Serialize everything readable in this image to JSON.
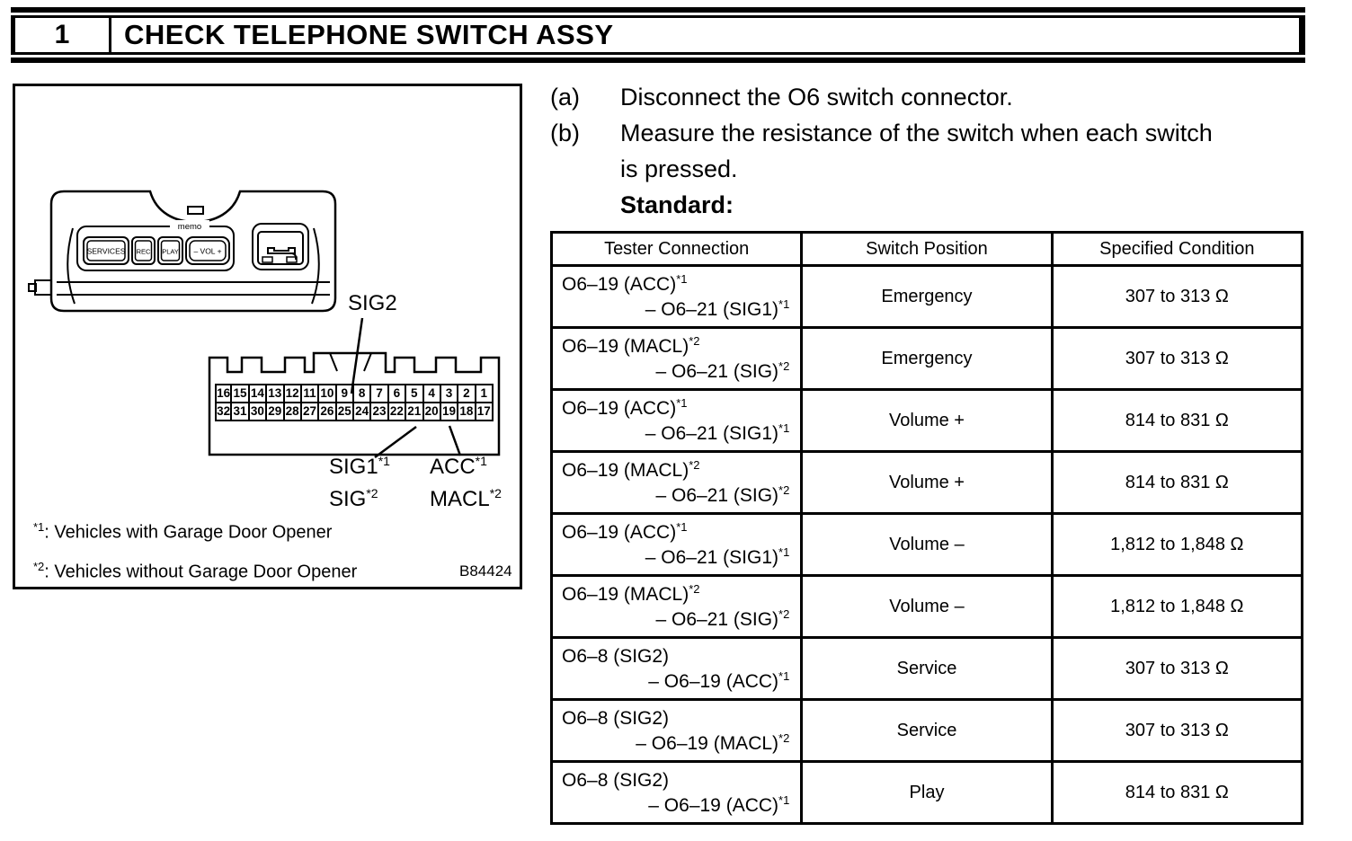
{
  "header": {
    "step_number": "1",
    "title": "CHECK TELEPHONE SWITCH ASSY"
  },
  "instructions": {
    "item_a_marker": "(a)",
    "item_a_text": "Disconnect the O6 switch connector.",
    "item_b_marker": "(b)",
    "item_b_line1": "Measure the resistance of the switch when each switch",
    "item_b_line2": "is pressed.",
    "standard_label": "Standard:"
  },
  "figure": {
    "device": {
      "button_services": "SERVICES",
      "button_rec": "REC",
      "button_play": "PLAY",
      "button_vol": "– VOL +",
      "memo_label": "memo",
      "phone_icon": "phone-handset-icon"
    },
    "connector": {
      "pins_top": [
        "16",
        "15",
        "14",
        "13",
        "12",
        "11",
        "10",
        "9",
        "8",
        "7",
        "6",
        "5",
        "4",
        "3",
        "2",
        "1"
      ],
      "pins_bottom": [
        "32",
        "31",
        "30",
        "29",
        "28",
        "27",
        "26",
        "25",
        "24",
        "23",
        "22",
        "21",
        "20",
        "19",
        "18",
        "17"
      ]
    },
    "labels": {
      "sig2": "SIG2",
      "sig1": {
        "text": "SIG1",
        "sup": "*1"
      },
      "sig": {
        "text": "SIG",
        "sup": "*2"
      },
      "acc": {
        "text": "ACC",
        "sup": "*1"
      },
      "macl": {
        "text": "MACL",
        "sup": "*2"
      }
    },
    "footnotes": [
      {
        "sup": "*1",
        "text": ": Vehicles with Garage Door Opener"
      },
      {
        "sup": "*2",
        "text": ": Vehicles without Garage Door Opener"
      }
    ],
    "figure_id": "B84424"
  },
  "table": {
    "columns": [
      "Tester Connection",
      "Switch Position",
      "Specified Condition"
    ],
    "rows": [
      {
        "c1a": "O6–19 (ACC)",
        "c1a_sup": "*1",
        "c1b": "– O6–21 (SIG1)",
        "c1b_sup": "*1",
        "pos": "Emergency",
        "cond": "307 to 313 Ω"
      },
      {
        "c1a": "O6–19 (MACL)",
        "c1a_sup": "*2",
        "c1b": "– O6–21 (SIG)",
        "c1b_sup": "*2",
        "pos": "Emergency",
        "cond": "307 to 313 Ω"
      },
      {
        "c1a": "O6–19 (ACC)",
        "c1a_sup": "*1",
        "c1b": "– O6–21 (SIG1)",
        "c1b_sup": "*1",
        "pos": "Volume +",
        "cond": "814 to 831 Ω"
      },
      {
        "c1a": "O6–19 (MACL)",
        "c1a_sup": "*2",
        "c1b": "– O6–21 (SIG)",
        "c1b_sup": "*2",
        "pos": "Volume +",
        "cond": "814 to 831 Ω"
      },
      {
        "c1a": "O6–19 (ACC)",
        "c1a_sup": "*1",
        "c1b": "– O6–21 (SIG1)",
        "c1b_sup": "*1",
        "pos": "Volume –",
        "cond": "1,812 to 1,848 Ω"
      },
      {
        "c1a": "O6–19 (MACL)",
        "c1a_sup": "*2",
        "c1b": "– O6–21 (SIG)",
        "c1b_sup": "*2",
        "pos": "Volume –",
        "cond": "1,812 to 1,848 Ω"
      },
      {
        "c1a": "O6–8 (SIG2)",
        "c1a_sup": "",
        "c1b": "– O6–19 (ACC)",
        "c1b_sup": "*1",
        "pos": "Service",
        "cond": "307 to 313 Ω"
      },
      {
        "c1a": "O6–8 (SIG2)",
        "c1a_sup": "",
        "c1b": "– O6–19 (MACL)",
        "c1b_sup": "*2",
        "pos": "Service",
        "cond": "307 to 313 Ω"
      },
      {
        "c1a": "O6–8 (SIG2)",
        "c1a_sup": "",
        "c1b": "– O6–19 (ACC)",
        "c1b_sup": "*1",
        "pos": "Play",
        "cond": "814 to 831 Ω"
      }
    ]
  },
  "colors": {
    "ink": "#000000",
    "paper": "#ffffff"
  }
}
